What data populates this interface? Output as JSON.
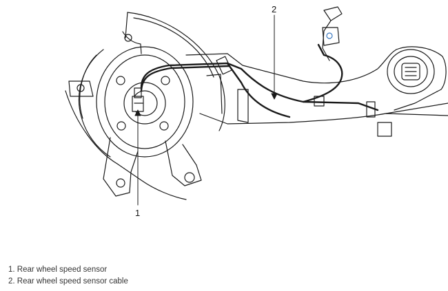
{
  "callouts": {
    "c1": "1",
    "c2": "2"
  },
  "legend": {
    "items": [
      "1. Rear wheel speed sensor",
      "2. Rear wheel speed sensor cable"
    ]
  },
  "colors": {
    "line": "#1a1a1a",
    "connector_accent": "#3a78c0"
  }
}
